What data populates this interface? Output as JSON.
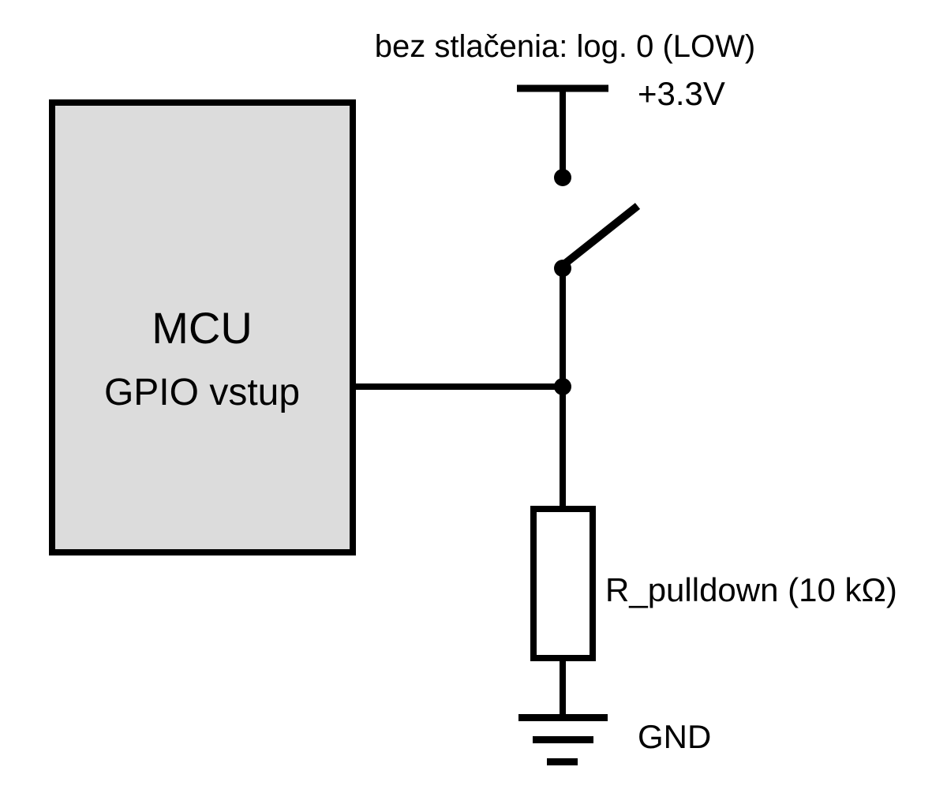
{
  "colors": {
    "annotation_blue": "#7A94EB",
    "stroke_black": "#000000",
    "mcu_fill": "#DCDCDC",
    "resistor_fill": "#FFFFFF",
    "background": "#FFFFFF"
  },
  "annotation": {
    "text": "bez stlačenia: log. 0 (LOW)"
  },
  "mcu": {
    "title": "MCU",
    "subtitle": "GPIO vstup"
  },
  "supply": {
    "label": "+3.3V"
  },
  "resistor": {
    "label": "R_pulldown (10 kΩ)"
  },
  "ground": {
    "label": "GND"
  }
}
